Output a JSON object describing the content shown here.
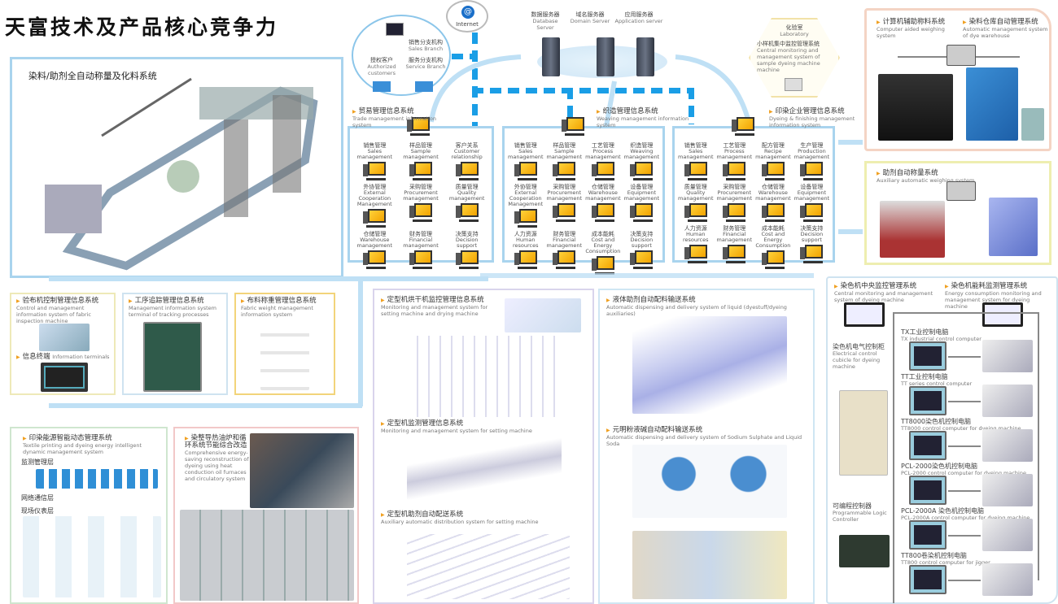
{
  "title": "天富技术及产品核心竞争力",
  "dosing": {
    "title": "染料/助剂全自动称量及化料系统"
  },
  "clients": {
    "sales_branch_cn": "销售分支机构",
    "sales_branch_en": "Sales Branch",
    "auth_cn": "授权客户",
    "auth_en": "Authorized customers",
    "service_cn": "服务分支机构",
    "service_en": "Service Branch"
  },
  "internet": "Internet",
  "servers": [
    {
      "cn": "数据服务器",
      "en": "Database Server"
    },
    {
      "cn": "域名服务器",
      "en": "Domain Server"
    },
    {
      "cn": "应用服务器",
      "en": "Application server"
    }
  ],
  "lab": {
    "cn": "化验室",
    "en": "Laboratory",
    "sys_cn": "小样机集中监控管理系统",
    "sys_en": "Central monitoring and management system of sample dyeing machine machine"
  },
  "mis": [
    {
      "cn": "贸易管理信息系统",
      "en": "Trade management information system",
      "cols": 3,
      "items": [
        {
          "cn": "销售管理",
          "en": "Sales management"
        },
        {
          "cn": "样品管理",
          "en": "Sample management"
        },
        {
          "cn": "客户关系",
          "en": "Customer relationship"
        },
        {
          "cn": "外协管理",
          "en": "External Cooperation Management"
        },
        {
          "cn": "采购管理",
          "en": "Procurement management"
        },
        {
          "cn": "质量管理",
          "en": "Quality management"
        },
        {
          "cn": "仓储管理",
          "en": "Warehouse management"
        },
        {
          "cn": "财务管理",
          "en": "Financial management"
        },
        {
          "cn": "决策支持",
          "en": "Decision support"
        }
      ]
    },
    {
      "cn": "织造管理信息系统",
      "en": "Weaving management information system",
      "cols": 4,
      "items": [
        {
          "cn": "销售管理",
          "en": "Sales management"
        },
        {
          "cn": "样品管理",
          "en": "Sample management"
        },
        {
          "cn": "工艺管理",
          "en": "Process management"
        },
        {
          "cn": "织造管理",
          "en": "Weaving management"
        },
        {
          "cn": "外协管理",
          "en": "External Cooperation Management"
        },
        {
          "cn": "采购管理",
          "en": "Procurement management"
        },
        {
          "cn": "仓储管理",
          "en": "Warehouse management"
        },
        {
          "cn": "设备管理",
          "en": "Equipment management"
        },
        {
          "cn": "人力资源",
          "en": "Human resources"
        },
        {
          "cn": "财务管理",
          "en": "Financial management"
        },
        {
          "cn": "成本能耗",
          "en": "Cost and Energy Consumption"
        },
        {
          "cn": "决策支持",
          "en": "Decision support"
        }
      ]
    },
    {
      "cn": "印染企业管理信息系统",
      "en": "Dyeing & finishing management information system",
      "cols": 4,
      "items": [
        {
          "cn": "销售管理",
          "en": "Sales management"
        },
        {
          "cn": "工艺管理",
          "en": "Process management"
        },
        {
          "cn": "配方管理",
          "en": "Recipe management"
        },
        {
          "cn": "生产管理",
          "en": "Production management"
        },
        {
          "cn": "质量管理",
          "en": "Quality management"
        },
        {
          "cn": "采购管理",
          "en": "Procurement management"
        },
        {
          "cn": "仓储管理",
          "en": "Warehouse management"
        },
        {
          "cn": "设备管理",
          "en": "Equipment management"
        },
        {
          "cn": "人力资源",
          "en": "Human resources"
        },
        {
          "cn": "财务管理",
          "en": "Financial management"
        },
        {
          "cn": "成本能耗",
          "en": "Cost and Energy Consumption"
        },
        {
          "cn": "决策支持",
          "en": "Decision support"
        }
      ]
    }
  ],
  "weighing": {
    "cn": "计算机辅助称料系统",
    "en": "Computer aided weighing system",
    "wh_cn": "染料仓库自动管理系统",
    "wh_en": "Automatic management system of dye warehouse"
  },
  "aux": {
    "cn": "助剂自动称量系统",
    "en": "Auxiliary automatic weighing system"
  },
  "inspection": {
    "cn": "验布机控制管理信息系统",
    "en": "Control and management information system of fabric inspection machine",
    "term_cn": "信息终端",
    "term_en": "Information terminals"
  },
  "tracking": {
    "cn": "工序追踪管理信息系统",
    "en": "Management information system terminal of tracking processes"
  },
  "fabric": {
    "cn": "布料称重管理信息系统",
    "en": "Fabric weight management information system"
  },
  "energy": {
    "cn": "印染能源智能动态管理系统",
    "en": "Textile printing and dyeing energy intelligent dynamic management system",
    "l1": "监测管理层",
    "l2": "网络通信层",
    "l3": "现场仪表层"
  },
  "thermal": {
    "cn": "染整导热油炉和循环系统节能综合改造",
    "en": "Comprehensive energy-saving reconstruction of dyeing using heat conduction oil furnaces and circulatory system"
  },
  "setting": {
    "cn": "定型机烘干机监控管理信息系统",
    "en": "Monitoring and management system for setting machine and drying machine",
    "m2_cn": "定型机监测管理信息系统",
    "m2_en": "Monitoring and management system for setting machine",
    "m3_cn": "定型机助剂自动配送系统",
    "m3_en": "Auxiliary automatic distribution system for setting machine"
  },
  "liquid": {
    "cn": "液体助剂自动配料输送系统",
    "en": "Automatic dispensing and delivery system of liquid (dyestuff/dyeing auxiliaries)",
    "s2_cn": "元明粉液碱自动配料输送系统",
    "s2_en": "Automatic dispensing and delivery system of Sodium Sulphate and Liquid Soda"
  },
  "dyeing": {
    "cn": "染色机中央监控管理系统",
    "en": "Central monitoring and management system of dyeing machine",
    "ec_cn": "染色机能耗监测管理系统",
    "ec_en": "Energy consumption monitoring and management system for dyeing machine",
    "cab_cn": "染色机电气控制柜",
    "cab_en": "Electrical control cubicle for dyeing machine",
    "plc_cn": "可编程控制器",
    "plc_en": "Programmable Logic Controller",
    "ctrls": [
      {
        "cn": "TX工业控制电脑",
        "en": "TX industrial control computer"
      },
      {
        "cn": "TT工业控制电脑",
        "en": "TT series control computer"
      },
      {
        "cn": "TT8000染色机控制电脑",
        "en": "TT8000 control computer for dyeing machine"
      },
      {
        "cn": "PCL-2000染色机控制电脑",
        "en": "PCL-2000 control computer for dyeing machine"
      },
      {
        "cn": "PCL-2000A 染色机控制电脑",
        "en": "PCL-2000A control computer for dyeing machine"
      },
      {
        "cn": "TT800卷染机控制电脑",
        "en": "TT800 control computer for jigger"
      }
    ]
  },
  "colors": {
    "accent": "#1a9ee6",
    "frame": "#a9d4ee",
    "screen": "#f5b800"
  }
}
